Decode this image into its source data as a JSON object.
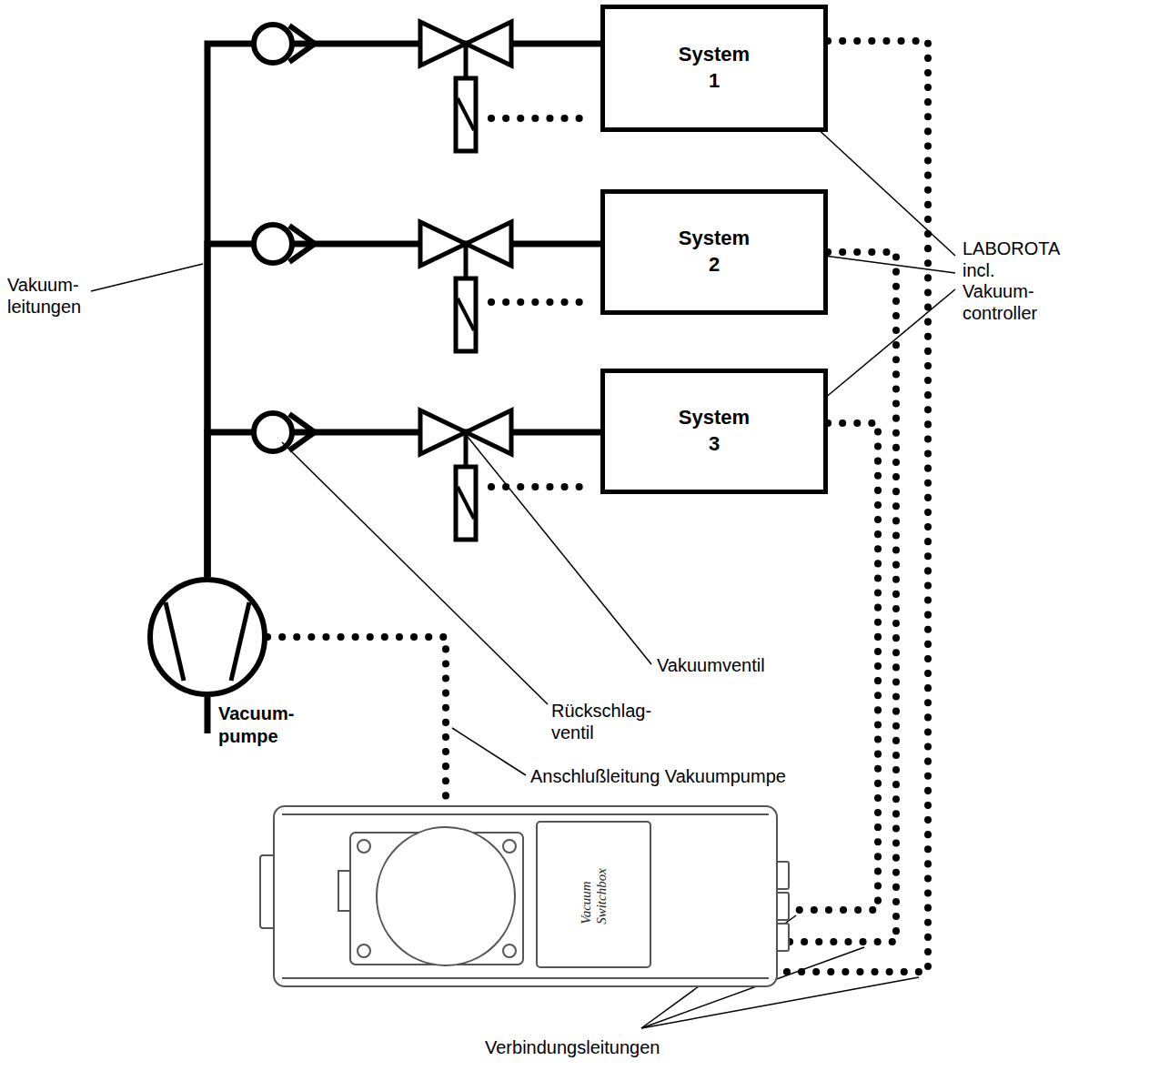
{
  "diagram": {
    "nodes": [
      {
        "text": [
          "System 1"
        ]
      },
      {
        "text": [
          "System 2"
        ]
      },
      {
        "text": [
          "System 3"
        ]
      },
      {
        "text": [
          "Vacuum- pumpe"
        ]
      },
      {
        "text": [
          "Vacuum Switchbox"
        ]
      }
    ],
    "edges": [
      {
        "from": 3,
        "to": 0,
        "arrow": "none"
      },
      {
        "from": 3,
        "to": 1,
        "arrow": "none"
      },
      {
        "from": 3,
        "to": 2,
        "arrow": "none"
      },
      {
        "from": 0,
        "to": 4,
        "arrow": "none"
      },
      {
        "from": 1,
        "to": 4,
        "arrow": "none"
      },
      {
        "from": 2,
        "to": 4,
        "arrow": "none"
      },
      {
        "from": 3,
        "to": 4,
        "arrow": "none"
      }
    ],
    "labels": [
      "Vakuum- leitungen",
      "LABOROTA incl. Vakuum- controller",
      "Vakuumventil",
      "Rückschlag- ventil",
      "Anschlußleitung Vakuumpumpe",
      "Verbindungsleitungen"
    ]
  }
}
